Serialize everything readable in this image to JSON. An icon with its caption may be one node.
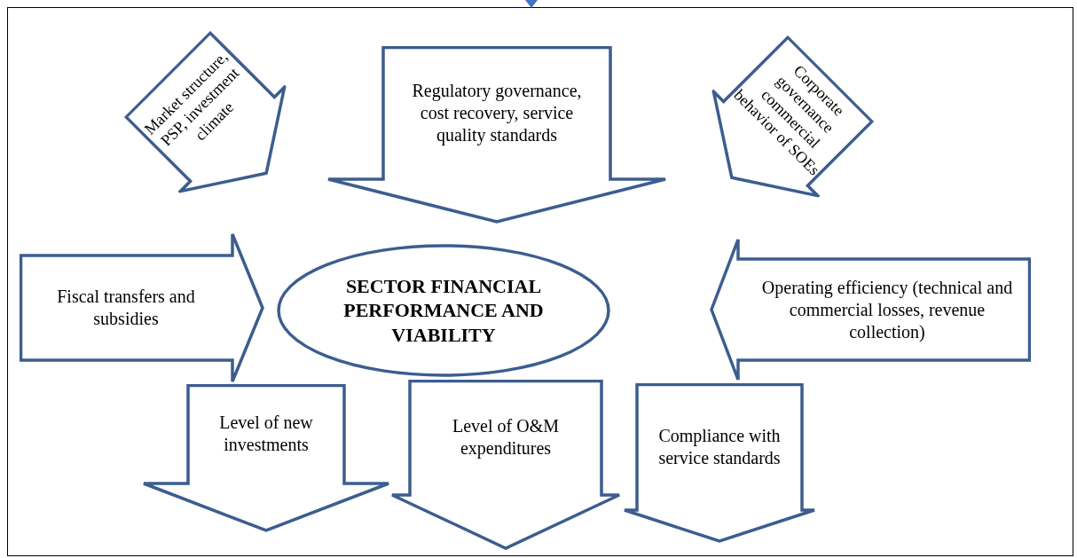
{
  "diagram": {
    "nodes": [
      {
        "text": [
          "SECTOR FINANCIAL PERFORMANCE AND VIABILITY"
        ]
      },
      {
        "text": [
          "Market structure, PSP, investment climate"
        ]
      },
      {
        "text": [
          "Regulatory governance, cost recovery, service quality standards"
        ]
      },
      {
        "text": [
          "Corporate governance commercial behavior of SOEs"
        ]
      },
      {
        "text": [
          "Fiscal transfers and subsidies"
        ]
      },
      {
        "text": [
          "Operating efficiency (technical and commercial losses, revenue collection)"
        ]
      },
      {
        "text": [
          "Level of new investments"
        ]
      },
      {
        "text": [
          "Level of O&M expenditures"
        ]
      },
      {
        "text": [
          "Compliance with service standards"
        ]
      }
    ]
  }
}
